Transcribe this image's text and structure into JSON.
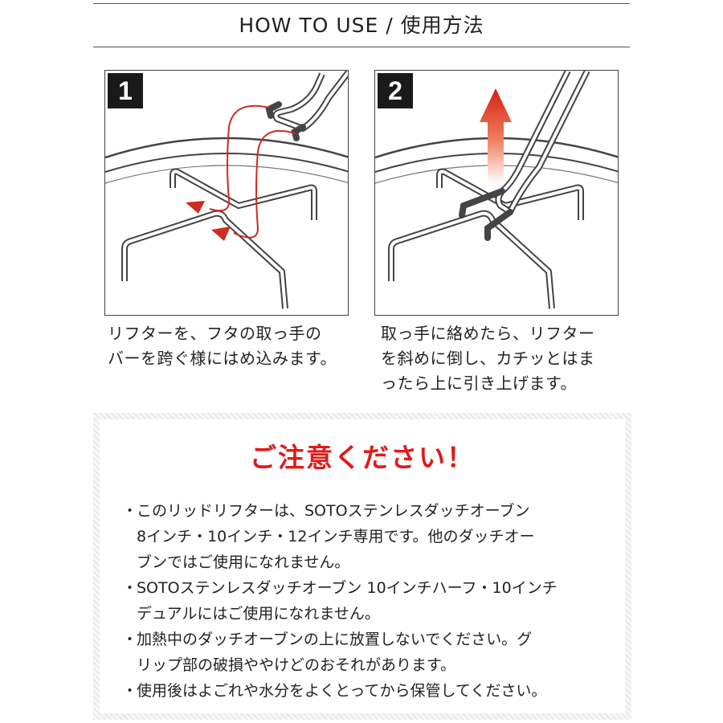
{
  "header": {
    "title": "HOW TO USE / 使用方法"
  },
  "steps": [
    {
      "number": "1",
      "lines": [
        "リフターを、フタの取っ手の",
        "バーを跨ぐ様にはめ込みます。"
      ]
    },
    {
      "number": "2",
      "lines": [
        "取っ手に絡めたら、リフター",
        "を斜めに倒し、カチッとはま",
        "ったら上に引き上げます。"
      ]
    }
  ],
  "notice": {
    "title": "ご注意ください！",
    "bullet": "・",
    "items": [
      {
        "lines": [
          "このリッドリフターは、SOTOステンレスダッチオーブン",
          "8インチ・10インチ・12インチ専用です。他のダッチオー",
          "ブンではご使用になれません。"
        ]
      },
      {
        "lines": [
          "SOTOステンレスダッチオーブン 10インチハーフ・10インチ",
          "デュアルにはご使用になれません。"
        ]
      },
      {
        "lines": [
          "加熱中のダッチオーブンの上に放置しないでください。グ",
          "リップ部の破損ややけどのおそれがあります。"
        ]
      },
      {
        "lines": [
          "使用後はよごれや水分をよくとってから保管してください。"
        ]
      }
    ]
  },
  "colors": {
    "accent_red": "#e21a1a",
    "text": "#222222",
    "rule": "#555555"
  }
}
